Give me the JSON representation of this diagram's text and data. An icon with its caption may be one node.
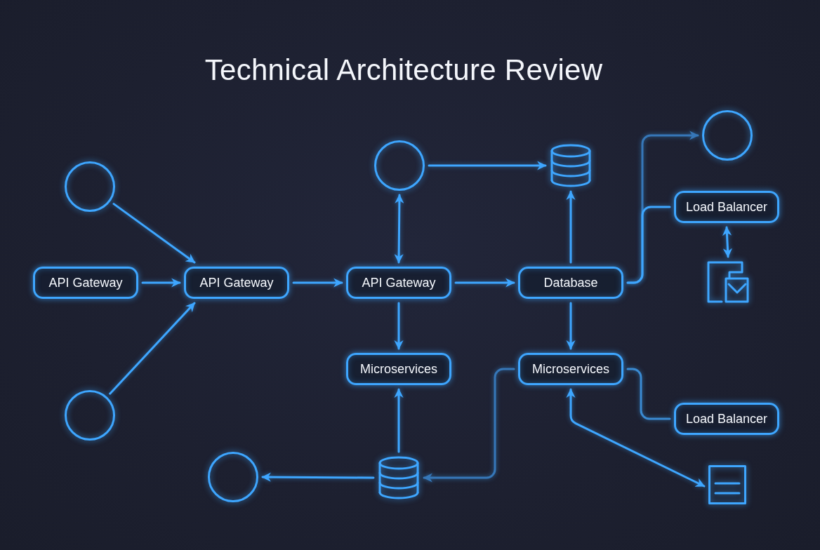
{
  "diagram": {
    "title": "Technical Architecture Review",
    "nodes": [
      {
        "text": [],
        "shape": "circle"
      },
      {
        "text": [],
        "shape": "circle"
      },
      {
        "text": [],
        "shape": "cylinder"
      },
      {
        "text": [],
        "shape": "circle"
      },
      {
        "text": [
          "Load Balancer"
        ]
      },
      {
        "text": [
          "API Gateway"
        ]
      },
      {
        "text": [
          "API Gateway"
        ]
      },
      {
        "text": [
          "API Gateway"
        ]
      },
      {
        "text": [
          "Database"
        ]
      },
      {
        "text": [],
        "shape": "document"
      },
      {
        "text": [
          "Microservices"
        ]
      },
      {
        "text": [
          "Microservices"
        ]
      },
      {
        "text": [],
        "shape": "circle"
      },
      {
        "text": [
          "Load Balancer"
        ]
      },
      {
        "text": [],
        "shape": "circle"
      },
      {
        "text": [],
        "shape": "cylinder"
      },
      {
        "text": [],
        "shape": "document"
      }
    ],
    "edges": [
      {
        "from": 0,
        "to": 6,
        "arrow": "to"
      },
      {
        "from": 12,
        "to": 6,
        "arrow": "to"
      },
      {
        "from": 5,
        "to": 6,
        "arrow": "to"
      },
      {
        "from": 6,
        "to": 7,
        "arrow": "to"
      },
      {
        "from": 7,
        "to": 8,
        "arrow": "to"
      },
      {
        "from": 1,
        "to": 7,
        "arrow": "both"
      },
      {
        "from": 1,
        "to": 2,
        "arrow": "to"
      },
      {
        "from": 8,
        "to": 2,
        "arrow": "to"
      },
      {
        "from": 7,
        "to": 10,
        "arrow": "to"
      },
      {
        "from": 8,
        "to": 11,
        "arrow": "to"
      },
      {
        "from": 8,
        "to": 3,
        "arrow": "to",
        "color": "#3677b8"
      },
      {
        "from": 8,
        "to": 4,
        "arrow": "none"
      },
      {
        "from": 4,
        "to": 9,
        "arrow": "both"
      },
      {
        "from": 11,
        "to": 15,
        "arrow": "to",
        "color": "#3677b8"
      },
      {
        "from": 11,
        "to": 13,
        "arrow": "none",
        "color": "#3a8ad2"
      },
      {
        "from": 11,
        "to": 16,
        "arrow": "both"
      },
      {
        "from": 15,
        "to": 10,
        "arrow": "to"
      },
      {
        "from": 15,
        "to": 14,
        "arrow": "to"
      }
    ]
  }
}
